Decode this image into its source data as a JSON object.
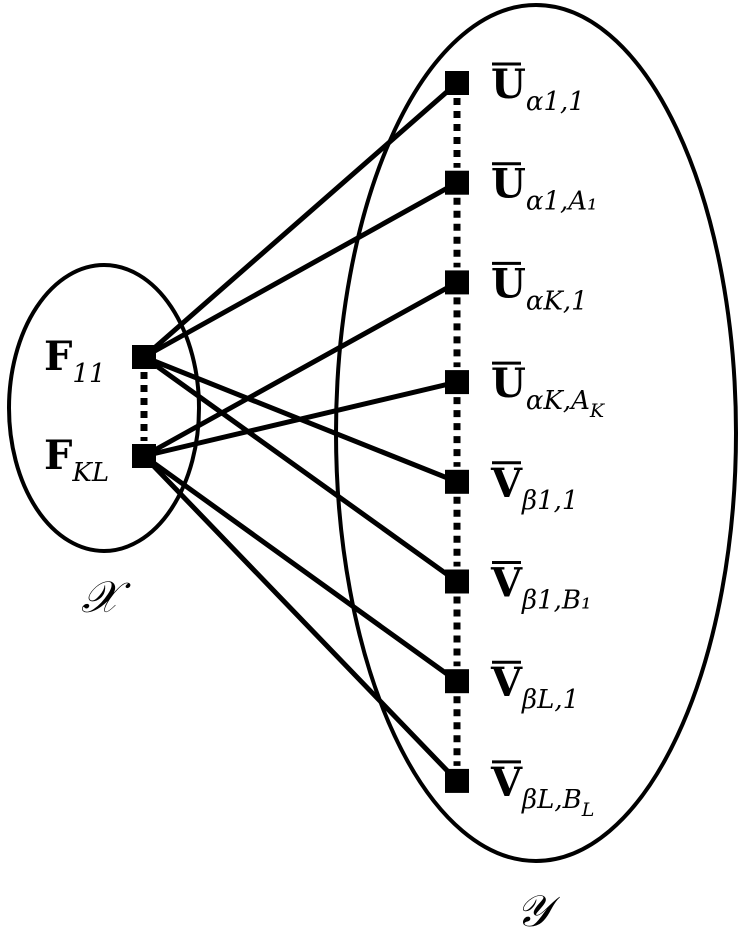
{
  "set_x": {
    "label": "𝒳",
    "nodes": [
      {
        "id": "f11",
        "main": "F",
        "sub": "11"
      },
      {
        "id": "fkl",
        "main": "F",
        "sub": "KL"
      }
    ]
  },
  "set_y": {
    "label": "𝒴",
    "nodes": [
      {
        "id": "u_a11",
        "main": "U",
        "sub": "α1,1"
      },
      {
        "id": "u_a1a1",
        "main": "U",
        "sub": "α1,A₁"
      },
      {
        "id": "u_ak1",
        "main": "U",
        "sub": "αK,1"
      },
      {
        "id": "u_akak",
        "main": "U",
        "sub": "αK,A_K"
      },
      {
        "id": "v_b11",
        "main": "V",
        "sub": "β1,1"
      },
      {
        "id": "v_b1b1",
        "main": "V",
        "sub": "β1,B₁"
      },
      {
        "id": "v_bl1",
        "main": "V",
        "sub": "βL,1"
      },
      {
        "id": "v_blbl",
        "main": "V",
        "sub": "βL,B_L"
      }
    ]
  },
  "edges": [
    {
      "from": "f11",
      "to": "u_a11"
    },
    {
      "from": "f11",
      "to": "u_a1a1"
    },
    {
      "from": "f11",
      "to": "v_b11"
    },
    {
      "from": "f11",
      "to": "v_b1b1"
    },
    {
      "from": "fkl",
      "to": "u_ak1"
    },
    {
      "from": "fkl",
      "to": "u_akak"
    },
    {
      "from": "fkl",
      "to": "v_bl1"
    },
    {
      "from": "fkl",
      "to": "v_blbl"
    }
  ]
}
